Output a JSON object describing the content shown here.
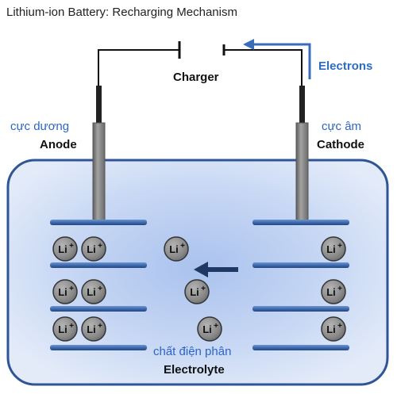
{
  "title": "Lithium-ion Battery: Recharging Mechanism",
  "charger_label": "Charger",
  "electrons_label": "Electrons",
  "anode": {
    "vi_label": "cực dương",
    "en_label": "Anode"
  },
  "cathode": {
    "vi_label": "cực âm",
    "en_label": "Cathode"
  },
  "electrolyte": {
    "vi_label": "chất điện phân",
    "en_label": "Electrolyte"
  },
  "ion_label": "Li",
  "ion_charge": "+",
  "ion_flow_direction": "cathode-to-anode",
  "colors": {
    "electrolyte_fill_center": "#b9cdf1",
    "electrolyte_fill_edge": "#dde7f8",
    "electrolyte_stroke": "#2f5597",
    "plate": "#3d6aa8",
    "ion_fill": "#8c8c8c",
    "rod": "#7f7f7f",
    "arrow": "#1f3864",
    "electron_arrow": "#2f5597"
  },
  "anode_ions_per_layer": [
    2,
    2,
    2
  ],
  "electrolyte_ions": 3,
  "cathode_ions_per_layer": [
    1,
    1,
    1
  ]
}
